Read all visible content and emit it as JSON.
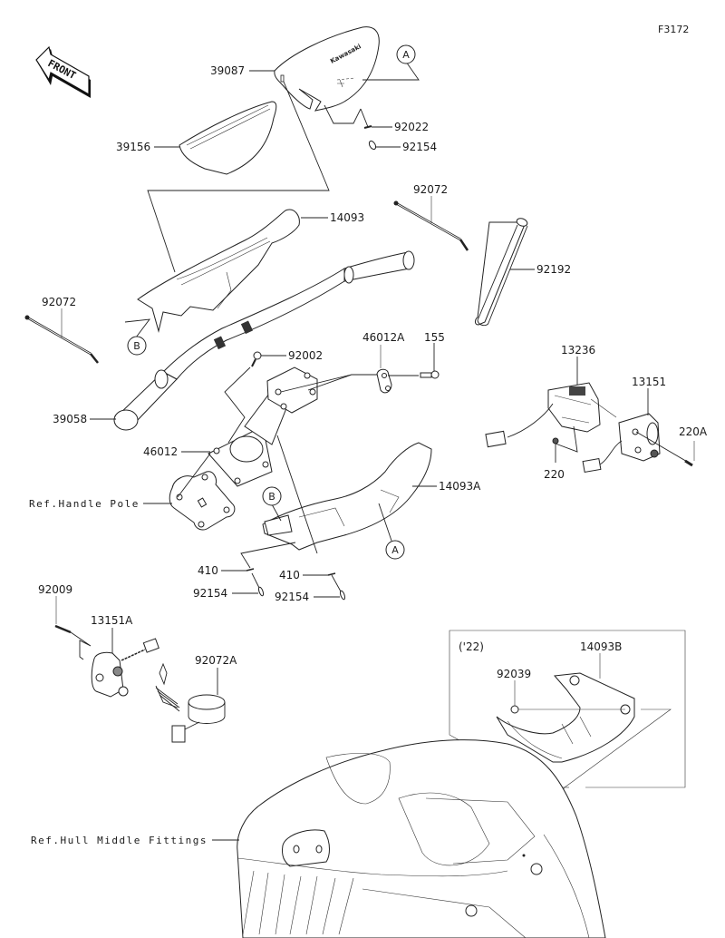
{
  "figure_id": "F3172",
  "front_label": "FRONT",
  "callouts": {
    "a": "A",
    "b": "B"
  },
  "variant_box": {
    "year_label": "('22)",
    "parts": [
      "14093B",
      "92039"
    ]
  },
  "labels": {
    "p39087": "39087",
    "p39156": "39156",
    "p92022": "92022",
    "p92154_top": "92154",
    "p14093": "14093",
    "p92072_right": "92072",
    "p92192": "92192",
    "p92072_left": "92072",
    "p92002": "92002",
    "p46012A": "46012A",
    "p155": "155",
    "p13236": "13236",
    "p13151": "13151",
    "p220A": "220A",
    "p220": "220",
    "p39058": "39058",
    "p46012": "46012",
    "p14093A": "14093A",
    "ref_handle_pole": "Ref.Handle Pole",
    "p410_left": "410",
    "p410_right": "410",
    "p92154_left": "92154",
    "p92154_right": "92154",
    "p92009": "92009",
    "p13151A": "13151A",
    "p92072A": "92072A",
    "p14093B": "14093B",
    "p92039": "92039",
    "ref_hull_middle": "Ref.Hull Middle Fittings"
  },
  "brand_mark": "Kawasaki"
}
